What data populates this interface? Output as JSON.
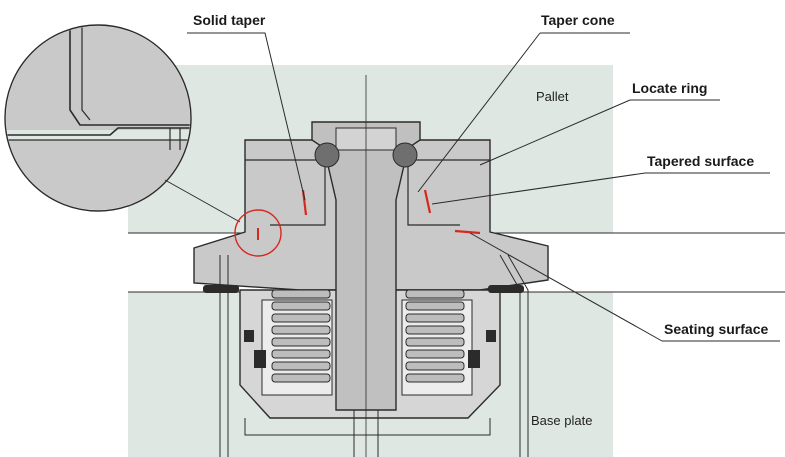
{
  "labels": {
    "solid_taper": "Solid taper",
    "taper_cone": "Taper cone",
    "locate_ring": "Locate ring",
    "tapered_surface": "Tapered surface",
    "seating_surface": "Seating surface",
    "pallet": "Pallet",
    "base_plate": "Base plate"
  },
  "colors": {
    "plate_fill": "#dfe7e3",
    "part_fill": "#cfcfcf",
    "part_dark": "#b4b4b4",
    "outline": "#2b2b2b",
    "highlight": "#d8281e",
    "leader": "#2b2b2b"
  }
}
